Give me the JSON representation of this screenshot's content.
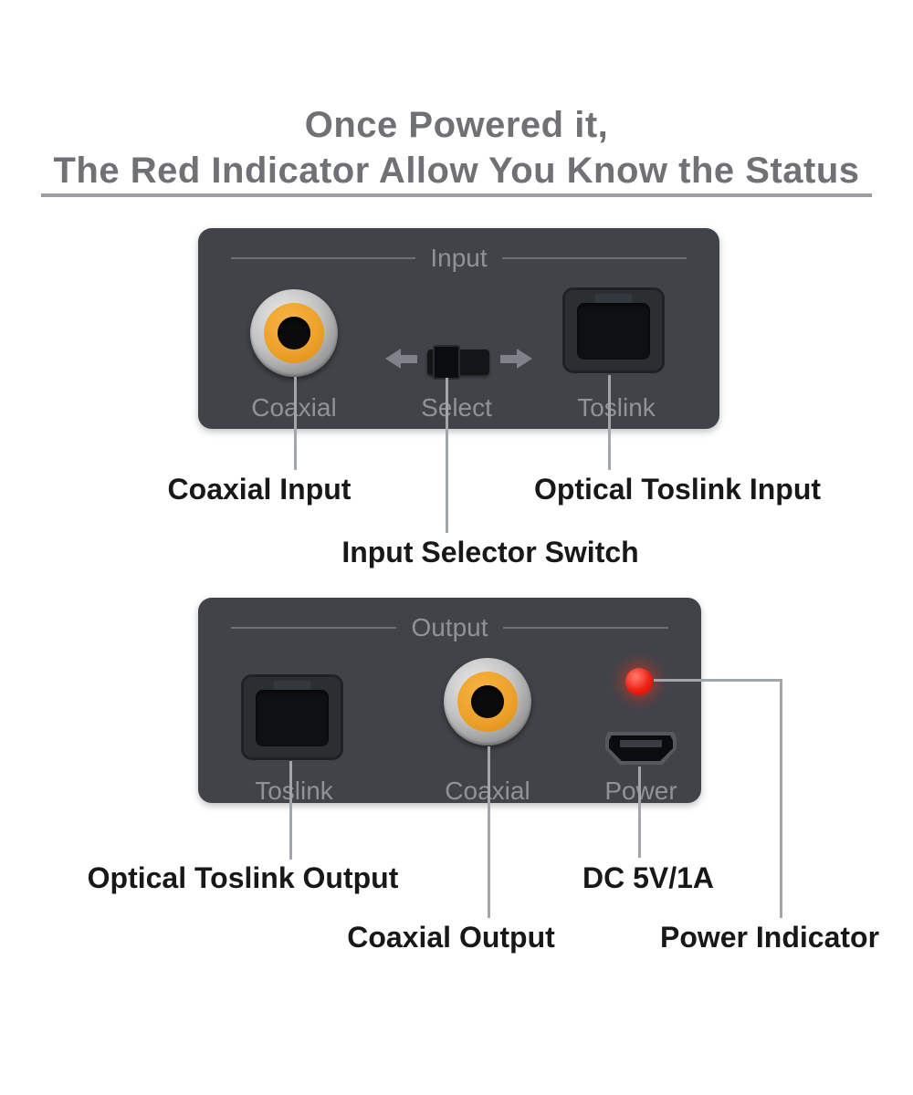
{
  "title": {
    "line1": "Once Powered it,",
    "line2": "The Red Indicator Allow You Know the Status"
  },
  "input_panel": {
    "header": "Input",
    "coaxial_label": "Coaxial",
    "select_label": "Select",
    "toslink_label": "Toslink"
  },
  "output_panel": {
    "header": "Output",
    "toslink_label": "Toslink",
    "coaxial_label": "Coaxial",
    "power_label": "Power"
  },
  "callouts": {
    "coaxial_input": "Coaxial Input",
    "optical_toslink_input": "Optical Toslink Input",
    "input_selector_switch": "Input Selector Switch",
    "optical_toslink_output": "Optical Toslink Output",
    "dc_power": "DC 5V/1A",
    "coaxial_output": "Coaxial Output",
    "power_indicator": "Power Indicator"
  },
  "colors": {
    "panel": "#404449",
    "panel_text": "#8f9297",
    "title_text": "#707174",
    "coaxial_orange": "#eda22c",
    "led_red": "#ef2015",
    "callout_line": "#a2a5aa",
    "callout_text": "#17181a"
  }
}
